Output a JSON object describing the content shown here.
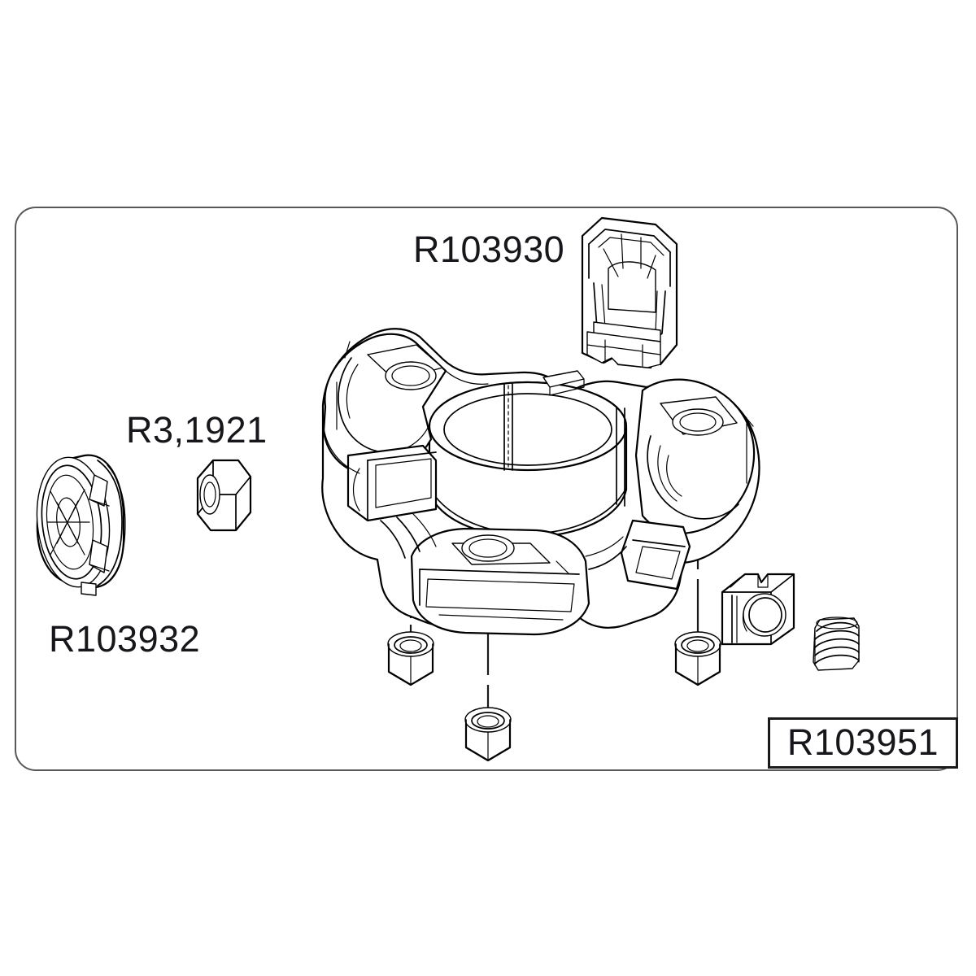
{
  "diagram": {
    "type": "exploded-parts-diagram",
    "frame": {
      "shape": "rounded-rectangle",
      "stroke_color": "#58585a"
    },
    "labels": [
      {
        "id": "r103930",
        "text": "R103930",
        "position": "top-center",
        "refers_to": "upper-bracket-cap-part"
      },
      {
        "id": "r31921",
        "text": "R3,1921",
        "position": "left",
        "refers_to": "hex-nut-part"
      },
      {
        "id": "r103932",
        "text": "R103932",
        "position": "lower-left",
        "refers_to": "round-bushing-part"
      }
    ],
    "code_box": {
      "text": "R103951",
      "position": "bottom-right",
      "border_color": "#1a1a1a"
    },
    "parts": [
      {
        "name": "upper-bracket-cap",
        "label": "R103930"
      },
      {
        "name": "hex-nut-small",
        "label": "R3,1921"
      },
      {
        "name": "round-bushing",
        "label": "R103932"
      },
      {
        "name": "main-bearing-carrier",
        "label": "R103951"
      },
      {
        "name": "hex-nut-left",
        "label": ""
      },
      {
        "name": "hex-nut-center",
        "label": ""
      },
      {
        "name": "hex-nut-right",
        "label": ""
      },
      {
        "name": "square-block",
        "label": ""
      },
      {
        "name": "coil-spring",
        "label": ""
      }
    ],
    "leader_lines": [
      {
        "from": "hex-nut-left",
        "to": "main-bearing-carrier-hole-left"
      },
      {
        "from": "hex-nut-center",
        "to": "main-bearing-carrier-hole-center"
      },
      {
        "from": "hex-nut-right",
        "to": "main-bearing-carrier-hole-right"
      },
      {
        "from": "upper-arm-hole",
        "to": "main-bearing-carrier-hole-upper"
      }
    ],
    "colors": {
      "ink": "#000000",
      "frame": "#58585a",
      "text": "#17171b",
      "background": "#ffffff"
    }
  }
}
